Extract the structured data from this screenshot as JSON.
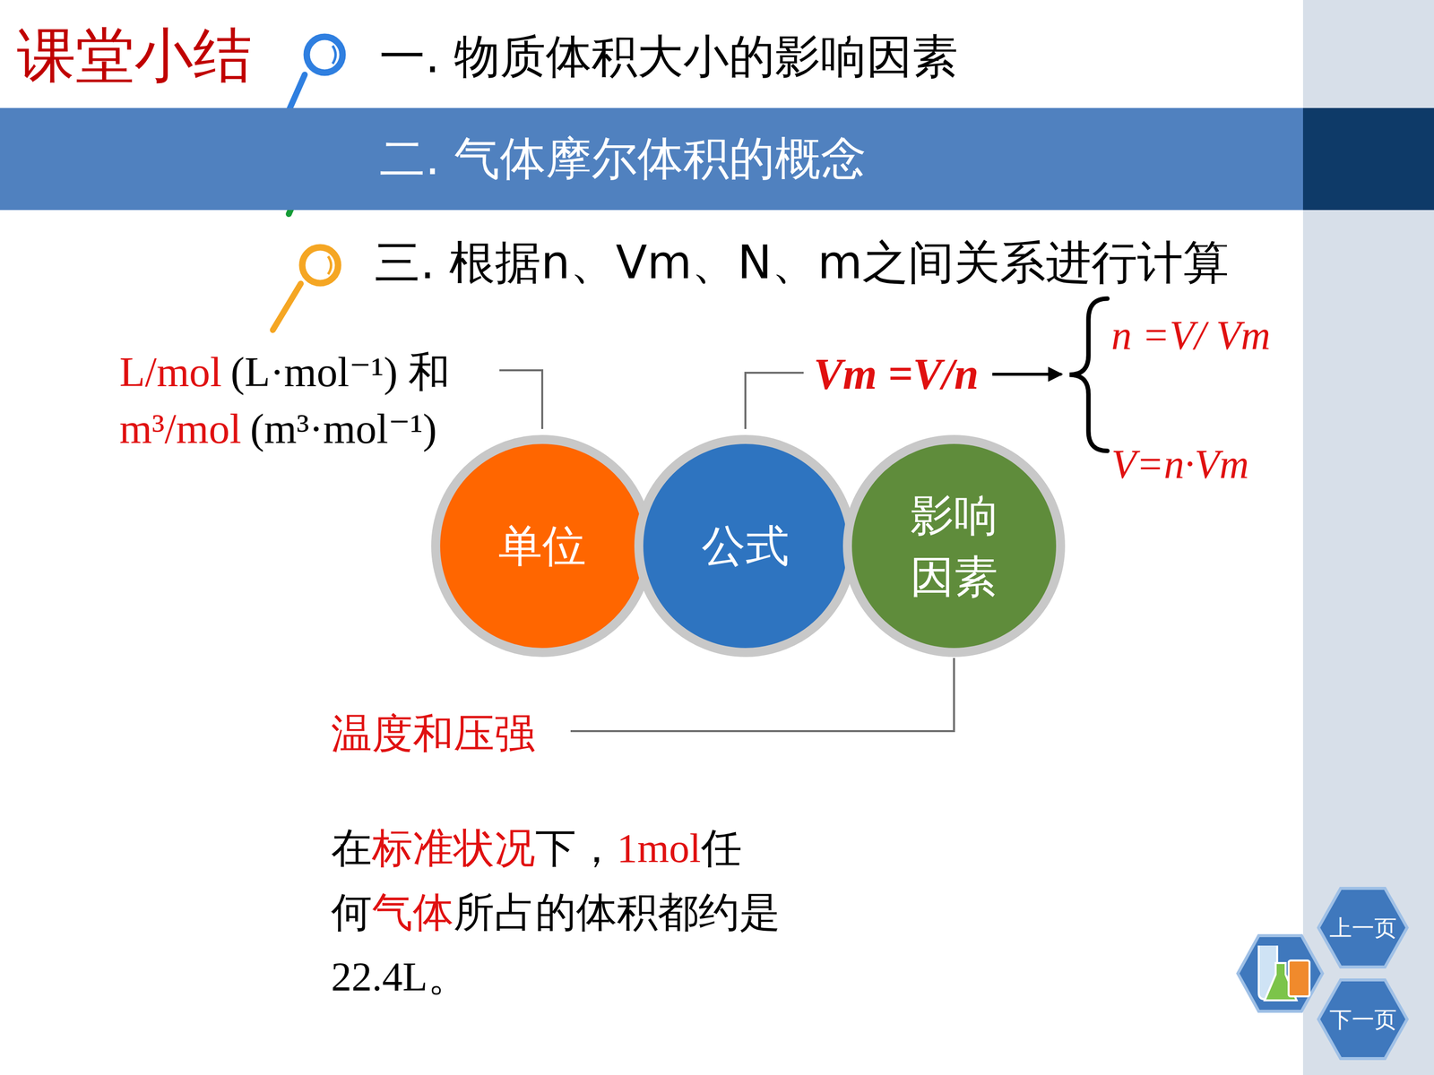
{
  "diagram": {
    "title": "课堂小结",
    "nodes": [
      {
        "text": [
          "二. 气体摩尔体积的概念"
        ]
      },
      {
        "text": [
          "单位"
        ]
      },
      {
        "text": [
          "公式"
        ]
      },
      {
        "text": [
          "影响 因素"
        ]
      },
      {
        "text": [
          "上一页"
        ]
      },
      {
        "text": [
          "下一页"
        ]
      }
    ],
    "labels": [
      "一. 物质体积大小的影响因素",
      "三. 根据n、Vm、N、m之间关系进行计算",
      "L/mol",
      "(L·mol⁻¹) 和",
      "m³/mol",
      "(m³·mol⁻¹)",
      "Vm =V/n",
      "n =V/ Vm",
      "V=n·Vm",
      "温度和压强",
      "在",
      "标准状况",
      "下，",
      "1mol",
      "任何",
      "气体",
      "所占的体积都约是22.4L。"
    ]
  }
}
